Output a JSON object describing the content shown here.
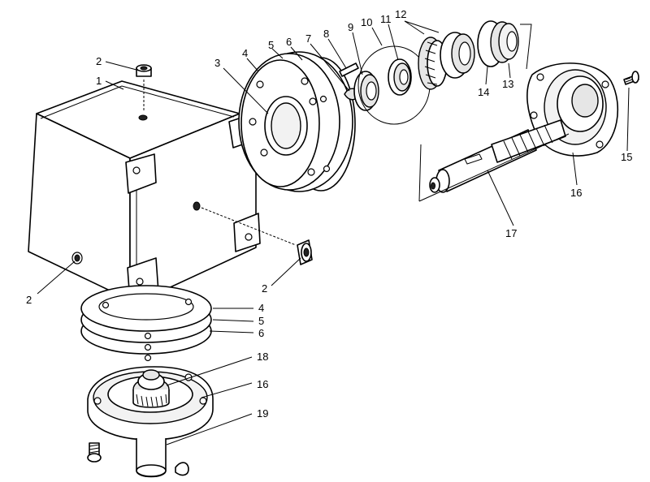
{
  "callouts": [
    {
      "id": "c1",
      "text": "1"
    },
    {
      "id": "c2a",
      "text": "2"
    },
    {
      "id": "c2b",
      "text": "2"
    },
    {
      "id": "c2c",
      "text": "2"
    },
    {
      "id": "c3",
      "text": "3"
    },
    {
      "id": "c4a",
      "text": "4"
    },
    {
      "id": "c5a",
      "text": "5"
    },
    {
      "id": "c6a",
      "text": "6"
    },
    {
      "id": "c7",
      "text": "7"
    },
    {
      "id": "c8",
      "text": "8"
    },
    {
      "id": "c9",
      "text": "9"
    },
    {
      "id": "c10",
      "text": "10"
    },
    {
      "id": "c11",
      "text": "11"
    },
    {
      "id": "c12",
      "text": "12"
    },
    {
      "id": "c13",
      "text": "13"
    },
    {
      "id": "c14",
      "text": "14"
    },
    {
      "id": "c15",
      "text": "15"
    },
    {
      "id": "c16a",
      "text": "16"
    },
    {
      "id": "c17",
      "text": "17"
    },
    {
      "id": "c4b",
      "text": "4"
    },
    {
      "id": "c5b",
      "text": "5"
    },
    {
      "id": "c6b",
      "text": "6"
    },
    {
      "id": "c18",
      "text": "18"
    },
    {
      "id": "c16b",
      "text": "16"
    },
    {
      "id": "c19",
      "text": "19"
    }
  ]
}
